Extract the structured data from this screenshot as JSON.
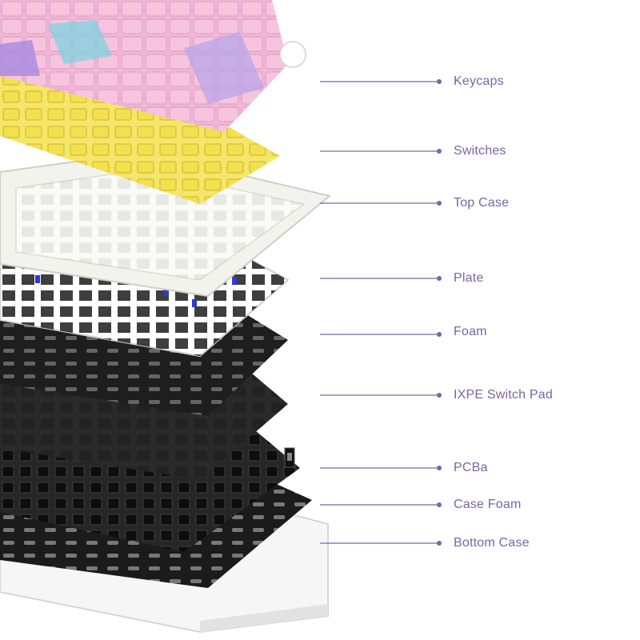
{
  "diagram": {
    "subject": "exploded-keyboard-layers",
    "accent_color": "#7b64a2",
    "layers": [
      {
        "id": "keycaps",
        "label": "Keycaps",
        "color": "#f4b6d6"
      },
      {
        "id": "switches",
        "label": "Switches",
        "color": "#f5e66a"
      },
      {
        "id": "top-case",
        "label": "Top Case",
        "color": "#f3f3ee"
      },
      {
        "id": "plate",
        "label": "Plate",
        "color": "#ffffff"
      },
      {
        "id": "foam",
        "label": "Foam",
        "color": "#1e1e1e"
      },
      {
        "id": "ixpe-switch-pad",
        "label": "IXPE Switch Pad",
        "color": "#2a2a2a"
      },
      {
        "id": "pcba",
        "label": "PCBa",
        "color": "#262626"
      },
      {
        "id": "case-foam",
        "label": "Case Foam",
        "color": "#1b1b1b"
      },
      {
        "id": "bottom-case",
        "label": "Bottom Case",
        "color": "#f6f6f6"
      }
    ]
  }
}
